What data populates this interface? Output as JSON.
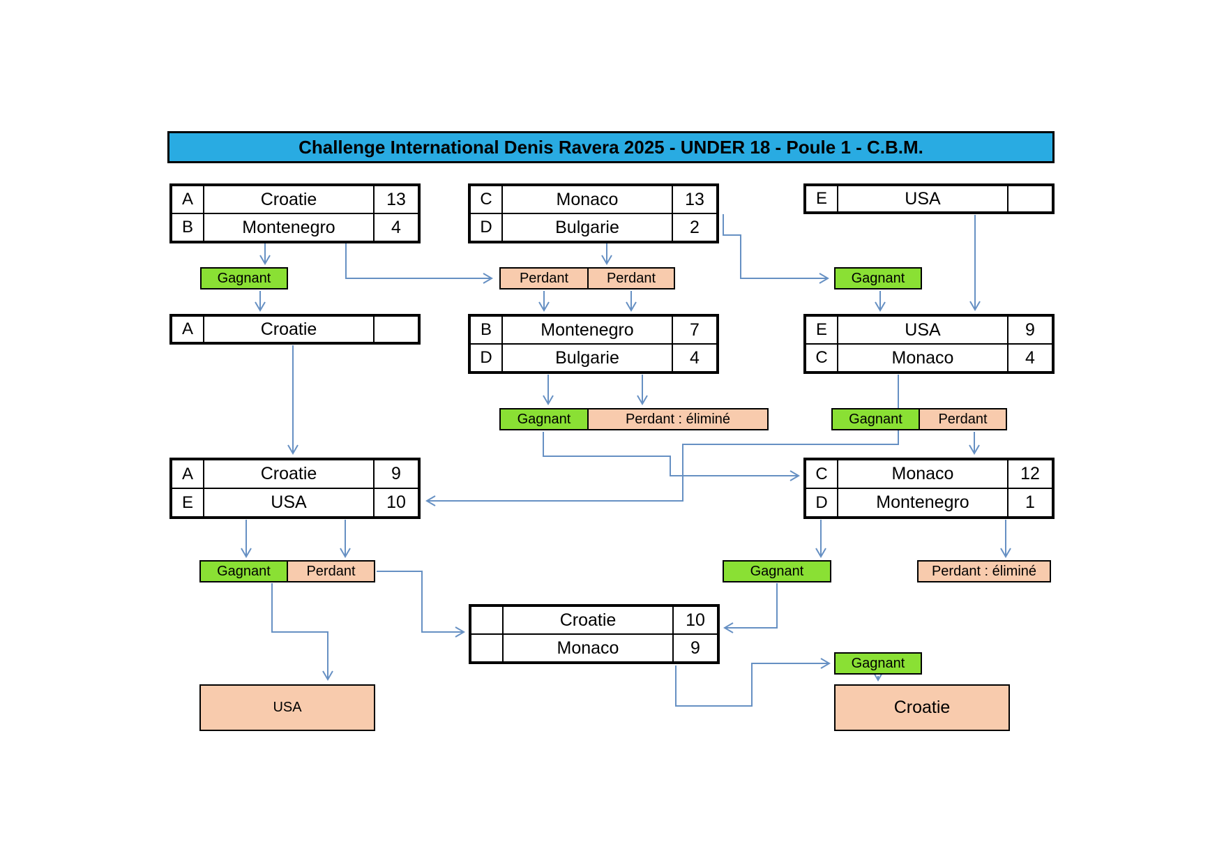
{
  "title": "Challenge International Denis Ravera 2025 - UNDER 18  - Poule 1 - C.B.M.",
  "colors": {
    "title_bg": "#29ABE2",
    "winner_green": "#8AE034",
    "loser_peach": "#F8CBAD",
    "connector_blue": "#6690C3"
  },
  "labels": {
    "gagnant": "Gagnant",
    "perdant": "Perdant",
    "perdant_elimine": "Perdant : éliminé"
  },
  "matches": {
    "m1": {
      "rows": [
        {
          "letter": "A",
          "team": "Croatie",
          "score": "13"
        },
        {
          "letter": "B",
          "team": "Montenegro",
          "score": "4"
        }
      ]
    },
    "m2": {
      "rows": [
        {
          "letter": "C",
          "team": "Monaco",
          "score": "13"
        },
        {
          "letter": "D",
          "team": "Bulgarie",
          "score": "2"
        }
      ]
    },
    "m3": {
      "rows": [
        {
          "letter": "E",
          "team": "USA",
          "score": ""
        }
      ]
    },
    "m4": {
      "rows": [
        {
          "letter": "A",
          "team": "Croatie",
          "score": ""
        }
      ]
    },
    "m5": {
      "rows": [
        {
          "letter": "B",
          "team": "Montenegro",
          "score": "7"
        },
        {
          "letter": "D",
          "team": "Bulgarie",
          "score": "4"
        }
      ]
    },
    "m6": {
      "rows": [
        {
          "letter": "E",
          "team": "USA",
          "score": "9"
        },
        {
          "letter": "C",
          "team": "Monaco",
          "score": "4"
        }
      ]
    },
    "m7": {
      "rows": [
        {
          "letter": "A",
          "team": "Croatie",
          "score": "9"
        },
        {
          "letter": "E",
          "team": "USA",
          "score": "10"
        }
      ]
    },
    "m8": {
      "rows": [
        {
          "letter": "C",
          "team": "Monaco",
          "score": "12"
        },
        {
          "letter": "D",
          "team": "Montenegro",
          "score": "1"
        }
      ]
    },
    "m9": {
      "rows": [
        {
          "letter": "",
          "team": "Croatie",
          "score": "10"
        },
        {
          "letter": "",
          "team": "Monaco",
          "score": "9"
        }
      ]
    }
  },
  "results": {
    "left": "USA",
    "right": "Croatie"
  }
}
